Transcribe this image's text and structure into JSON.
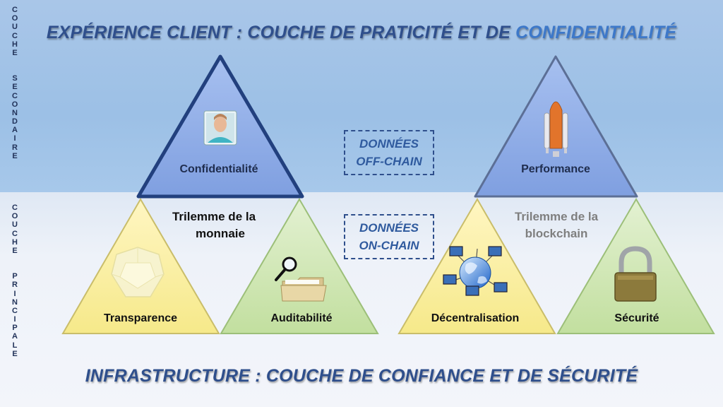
{
  "side_labels": {
    "top": "COUCHE SECONDAIRE",
    "bottom": "COUCHE PRINCIPALE"
  },
  "titles": {
    "top_main": "EXPÉRIENCE CLIENT : COUCHE DE PRATICITÉ ET DE ",
    "top_highlight": "CONFIDENTIALITÉ",
    "bottom": "INFRASTRUCTURE : COUCHE DE CONFIANCE ET DE SÉCURITÉ"
  },
  "boxes": {
    "off_chain": [
      "DONNÉES",
      "OFF-CHAIN"
    ],
    "on_chain": [
      "DONNÉES",
      "ON-CHAIN"
    ]
  },
  "trilemma_money": {
    "center_line1": "Trilemme de la",
    "center_line2": "monnaie",
    "top": "Confidentialité",
    "left": "Transparence",
    "right": "Auditabilité"
  },
  "trilemma_blockchain": {
    "center_line1": "Trilemme de la",
    "center_line2": "blockchain",
    "top": "Performance",
    "left": "Décentralisation",
    "right": "Sécurité"
  },
  "colors": {
    "top_triangle": "#8eaee8",
    "top_triangle_border": "#22407e",
    "left_triangle": "#fbf0a8",
    "right_triangle": "#cfe6b2",
    "box_text": "#2f5a9e",
    "title": "#2f4f8c",
    "title_highlight": "#3d78c9"
  },
  "icons": {
    "confidentiality": "person-photo-icon",
    "performance": "rocket-icon",
    "transparency": "glass-gem-icon",
    "auditability": "folder-magnifier-icon",
    "decentralization": "network-globe-icon",
    "security": "padlock-icon"
  }
}
